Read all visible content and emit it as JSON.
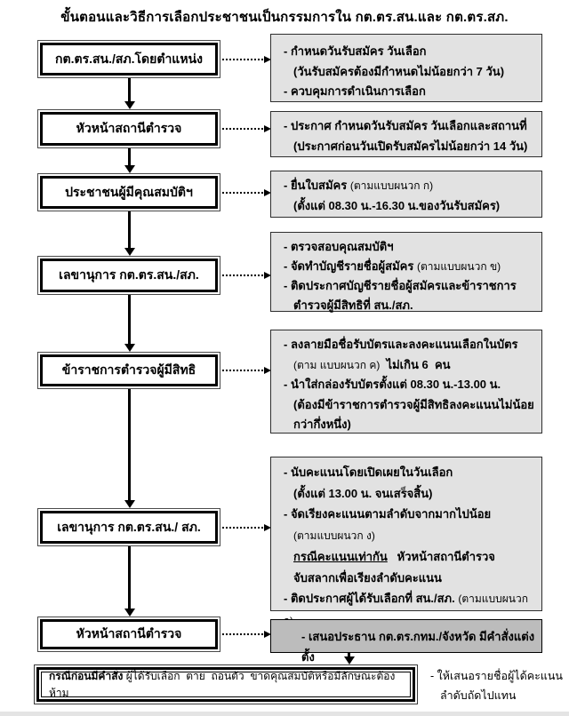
{
  "title": "ขั้นตอนและวิธีการเลือกประชาชนเป็นกรรมการใน กต.ตร.สน.และ กต.ตร.สภ.",
  "colors": {
    "note_bg": "#e2e2e2",
    "note_bg_dark": "#bcbcbc",
    "line_color": "#000000"
  },
  "steps": [
    {
      "actor": "กต.ตร.สน./สภ.โดยตำแหน่ง",
      "note_lines": [
        {
          "segments": [
            {
              "t": "- กำหนดวันรับสมัคร วันเลือก",
              "b": 1
            }
          ]
        },
        {
          "segments": [
            {
              "t": "(วันรับสมัครต้องมีกำหนดไม่น้อยกว่า 7 วัน)",
              "b": 1
            }
          ],
          "indent": 1
        },
        {
          "segments": [
            {
              "t": "- ควบคุมการดำเนินการเลือก",
              "b": 1
            }
          ]
        }
      ]
    },
    {
      "actor": "หัวหน้าสถานีตำรวจ",
      "note_lines": [
        {
          "segments": [
            {
              "t": "- ประกาศ กำหนดวันรับสมัคร วันเลือกและสถานที่",
              "b": 1
            }
          ]
        },
        {
          "segments": [
            {
              "t": "(ประกาศก่อนวันเปิดรับสมัครไม่น้อยกว่า 14 วัน)",
              "b": 1
            }
          ],
          "indent": 1
        }
      ]
    },
    {
      "actor": "ประชาชนผู้มีคุณสมบัติฯ",
      "note_lines": [
        {
          "segments": [
            {
              "t": "- ยื่นใบสมัคร ",
              "b": 1
            },
            {
              "t": "(ตามแบบผนวก ก)"
            }
          ]
        },
        {
          "segments": [
            {
              "t": "(ตั้งแต่ 08.30 น.-16.30 น.ของวันรับสมัคร)",
              "b": 1
            }
          ],
          "indent": 1
        }
      ]
    },
    {
      "actor": "เลขานุการ กต.ตร.สน./สภ.",
      "note_lines": [
        {
          "segments": [
            {
              "t": "- ตรวจสอบคุณสมบัติฯ",
              "b": 1
            }
          ]
        },
        {
          "segments": [
            {
              "t": "- จัดทำบัญชีรายชื่อผู้สมัคร ",
              "b": 1
            },
            {
              "t": "(ตามแบบผนวก ข)"
            }
          ]
        },
        {
          "segments": [
            {
              "t": "- ติดประกาศบัญชีรายชื่อผู้สมัครและข้าราชการ",
              "b": 1
            }
          ]
        },
        {
          "segments": [
            {
              "t": "ตำรวจผู้มีสิทธิที่ สน./สภ.",
              "b": 1
            }
          ],
          "indent": 1
        }
      ]
    },
    {
      "actor": "ข้าราชการตำรวจผู้มีสิทธิ",
      "note_lines": [
        {
          "segments": [
            {
              "t": "- ลงลายมือชื่อรับบัตรและลงคะแนนเลือกในบัตร",
              "b": 1
            }
          ]
        },
        {
          "segments": [
            {
              "t": "(ตาม แบบผนวก ค)"
            },
            {
              "t": "  ไม่เกิน 6  คน",
              "b": 1
            }
          ],
          "indent": 1
        },
        {
          "segments": [
            {
              "t": "- นำใส่กล่องรับบัตรตั้งแต่ 08.30 น.-13.00 น.",
              "b": 1
            }
          ]
        },
        {
          "segments": [
            {
              "t": "(ต้องมีข้าราชการตำรวจผู้มีสิทธิลงคะแนนไม่น้อย",
              "b": 1
            }
          ],
          "indent": 1
        },
        {
          "segments": [
            {
              "t": "กว่ากึ่งหนึ่ง)",
              "b": 1
            }
          ],
          "indent": 1
        }
      ]
    },
    {
      "actor": "เลขานุการ กต.ตร.สน./ สภ.",
      "note_lines": [
        {
          "segments": [
            {
              "t": "- นับคะแนนโดยเปิดเผยในวันเลือก",
              "b": 1
            }
          ]
        },
        {
          "segments": [
            {
              "t": "(ตั้งแต่ 13.00 น. จนเสร็จสิ้น)",
              "b": 1
            }
          ],
          "indent": 1
        },
        {
          "segments": [
            {
              "t": "- จัดเรียงคะแนนตามลำดับจากมากไปน้อย",
              "b": 1
            }
          ]
        },
        {
          "segments": [
            {
              "t": "(ตามแบบผนวก ง)"
            }
          ],
          "indent": 1
        },
        {
          "segments": [
            {
              "t": "กรณีคะแนนเท่ากัน",
              "b": 1,
              "u": 1
            },
            {
              "t": "   หัวหน้าสถานีตำรวจ",
              "b": 1
            }
          ],
          "indent": 1
        },
        {
          "segments": [
            {
              "t": "จับสลากเพื่อเรียงลำดับคะแนน",
              "b": 1
            }
          ],
          "indent": 1
        },
        {
          "segments": [
            {
              "t": "- ติดประกาศผู้ได้รับเลือกที่ สน./สภ. ",
              "b": 1
            },
            {
              "t": "(ตามแบบผนวก จ)"
            }
          ]
        }
      ]
    },
    {
      "actor": "หัวหน้าสถานีตำรวจ",
      "note_lines": [
        {
          "segments": [
            {
              "t": "- เสนอประธาน กต.ตร.กทม./จังหวัด มีคำสั่งแต่งตั้ง",
              "b": 1
            }
          ]
        }
      ]
    }
  ],
  "final": {
    "case_lines": [
      {
        "segments": [
          {
            "t": "กรณีก่อนมีคำสั่ง ",
            "b": 1
          },
          {
            "t": "ผู้ได้รับเลือก  ตาย  ถอนตัว  ขาดคุณสมบัติหรือมีลักษณะต้องห้าม"
          }
        ]
      }
    ],
    "note_lines": [
      {
        "segments": [
          {
            "t": "- ให้เสนอรายชื่อผู้ได้คะแนน"
          }
        ]
      },
      {
        "segments": [
          {
            "t": "ลำดับถัดไปแทน"
          }
        ],
        "indent": 1
      }
    ]
  }
}
